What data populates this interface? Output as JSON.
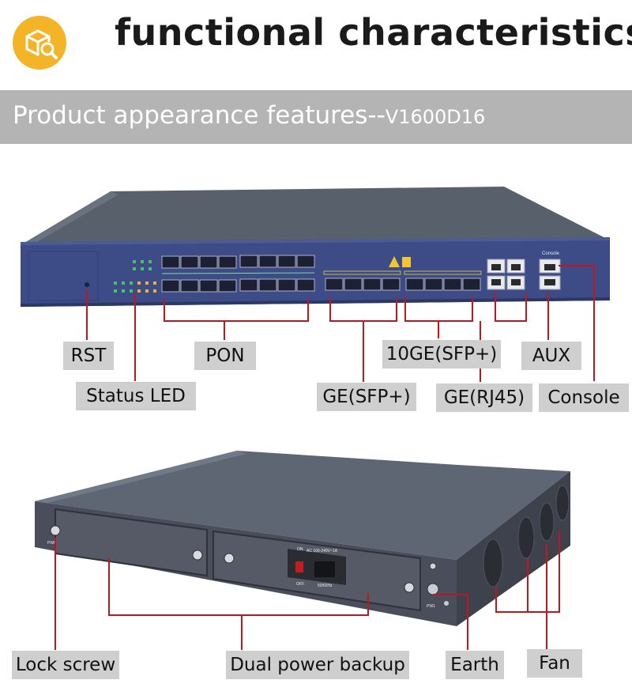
{
  "header": {
    "title": "functional characteristics",
    "icon": "box-search-icon",
    "accent": "#f3b428"
  },
  "banner": {
    "text": "Product appearance features--",
    "model": "V1600D16"
  },
  "front_labels": {
    "rst": "RST",
    "pon": "PON",
    "ten_ge": "10GE(SFP+)",
    "aux": "AUX",
    "status_led": "Status LED",
    "ge_sfp": "GE(SFP+)",
    "ge_rj45": "GE(RJ45)",
    "console": "Console"
  },
  "rear_labels": {
    "lock_screw": "Lock screw",
    "dual_power": "Dual power backup",
    "earth": "Earth",
    "fan": "Fan"
  },
  "device_markings": {
    "power_rating": "AC 100-240V~1A",
    "frequency": "50/60Hz",
    "on": "ON",
    "off": "OFF",
    "pw0": "PW0",
    "pw1": "PW1",
    "console_port": "Console"
  },
  "colors": {
    "leader_line": "#c0161c",
    "label_bg": "#cfcfcf",
    "banner_bg": "#b4b4b4",
    "device_front": "#3d4c86",
    "device_top": "#575e6c"
  }
}
